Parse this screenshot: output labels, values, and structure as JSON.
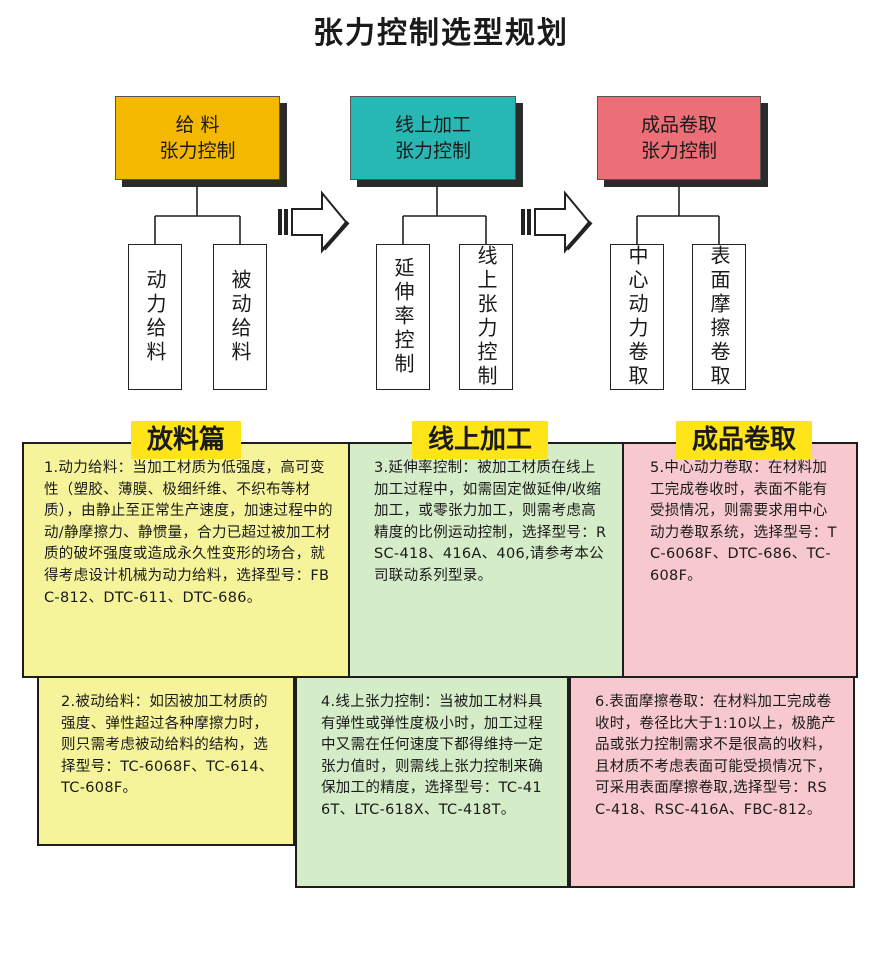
{
  "title": "张力控制选型规划",
  "colors": {
    "yellow_box": "#f5b800",
    "teal_box": "#28b8b4",
    "red_box": "#ec6f78",
    "label_yellow": "#ffe41a",
    "panel_yellow": "#f6f49a",
    "panel_green": "#d5ecc8",
    "panel_pink": "#f7c9ce"
  },
  "categories": [
    {
      "label": "给  料\n张力控制",
      "children": [
        "动力给料",
        "被动给料"
      ]
    },
    {
      "label": "线上加工\n张力控制",
      "children": [
        "延伸率控制",
        "线上张力控制"
      ]
    },
    {
      "label": "成品卷取\n张力控制",
      "children": [
        "中心动力卷取",
        "表面摩擦卷取"
      ]
    }
  ],
  "arrows": [
    "arrow-right-icon",
    "arrow-right-icon"
  ],
  "sections": [
    "放料篇",
    "线上加工",
    "成品卷取"
  ],
  "panels": [
    "1.动力给料：当加工材质为低强度，高可变性（塑胶、薄膜、极细纤维、不织布等材质），由静止至正常生产速度，加速过程中的动/静摩擦力、静惯量，合力已超过被加工材质的破坏强度或造成永久性变形的场合，就得考虑设计机械为动力给料，选择型号：FBC-812、DTC-611、DTC-686。",
    "2.被动给料：如因被加工材质的强度、弹性超过各种摩擦力时，则只需考虑被动给料的结构，选择型号：TC-6068F、TC-614、TC-608F。",
    "3.延伸率控制：被加工材质在线上加工过程中，如需固定做延伸/收缩加工，或零张力加工，则需考虑高精度的比例运动控制，选择型号：RSC-418、416A、406,请参考本公司联动系列型录。",
    "4.线上张力控制：当被加工材料具有弹性或弹性度极小时，加工过程中又需在任何速度下都得维持一定张力值时，则需线上张力控制来确保加工的精度，选择型号：TC-416T、LTC-618X、TC-418T。",
    "5.中心动力卷取：在材料加工完成卷收时，表面不能有受损情况，则需要求用中心动力卷取系统，选择型号：TC-6068F、DTC-686、TC-608F。",
    "6.表面摩擦卷取：在材料加工完成卷收时，卷径比大于1:10以上，极脆产品或张力控制需求不是很高的收料，且材质不考虑表面可能受损情况下，可采用表面摩擦卷取,选择型号：RSC-418、RSC-416A、FBC-812。"
  ]
}
